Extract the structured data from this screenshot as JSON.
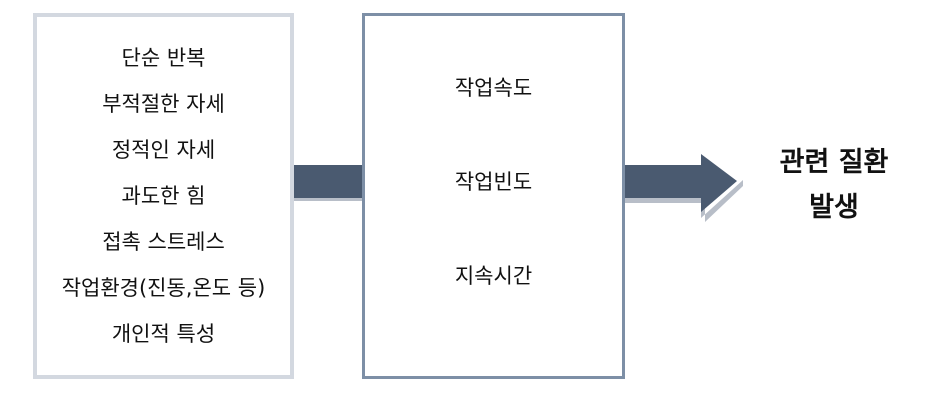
{
  "left_box": {
    "items": [
      "단순 반복",
      "부적절한 자세",
      "정적인 자세",
      "과도한 힘",
      "접촉 스트레스",
      "작업환경(진동,온도 등)",
      "개인적 특성"
    ]
  },
  "middle_box": {
    "items": [
      "작업속도",
      "작업빈도",
      "지속시간"
    ]
  },
  "outcome": {
    "line1": "관련 질환",
    "line2": "발생"
  },
  "colors": {
    "arrow_fill": "#4a5a70",
    "arrow_shadow": "#b8bec8",
    "left_border": "#d3d8e0",
    "mid_border": "#7d8fa6"
  }
}
